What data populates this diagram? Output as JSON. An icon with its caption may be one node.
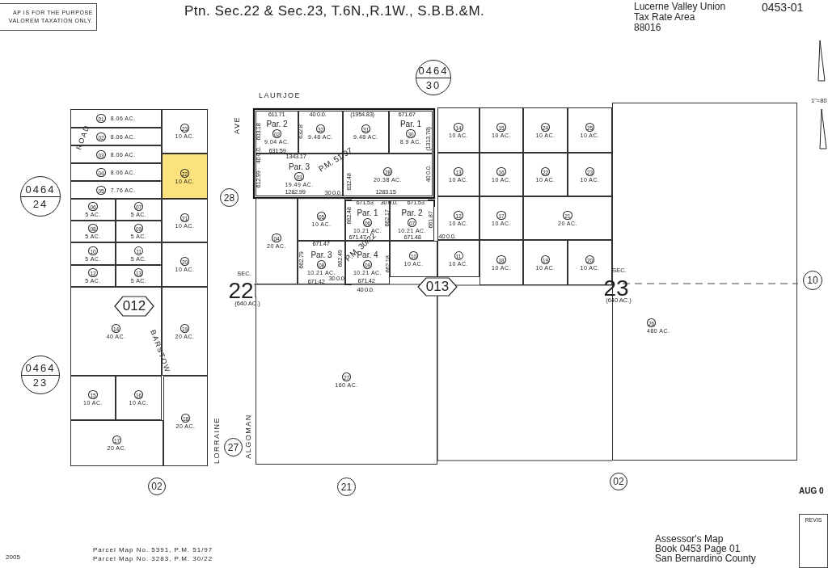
{
  "diagram": {
    "title": "Ptn. Sec.22 & Sec.23, T.6N.,R.1W., S.B.B.&M.",
    "nodes": [
      {
        "text": [
          "AP IS FOR THE PURPOSE",
          "VALOREM TAXATION ONLY."
        ]
      },
      {
        "text": [
          "0464",
          "30"
        ]
      },
      {
        "text": [
          "0464",
          "24"
        ]
      },
      {
        "text": [
          "0464",
          "23"
        ]
      },
      {
        "text": [
          "01",
          "8.06 AC."
        ]
      },
      {
        "text": [
          "02",
          "8.06 AC."
        ]
      },
      {
        "text": [
          "03",
          "8.06 AC."
        ]
      },
      {
        "text": [
          "04",
          "8.06 AC."
        ]
      },
      {
        "text": [
          "05",
          "7.76 AC."
        ]
      },
      {
        "text": [
          "23",
          "10 AC."
        ]
      },
      {
        "text": [
          "22",
          "10 AC."
        ]
      },
      {
        "text": [
          "06",
          "5 AC."
        ]
      },
      {
        "text": [
          "07",
          "5 AC."
        ]
      },
      {
        "text": [
          "21",
          "10 AC."
        ]
      },
      {
        "text": [
          "08",
          "5 AC."
        ]
      },
      {
        "text": [
          "09",
          "5 AC."
        ]
      },
      {
        "text": [
          "10",
          "5 AC."
        ]
      },
      {
        "text": [
          "11",
          "5 AC."
        ]
      },
      {
        "text": [
          "20",
          "10 AC."
        ]
      },
      {
        "text": [
          "12",
          "5 AC."
        ]
      },
      {
        "text": [
          "13",
          "5 AC."
        ]
      },
      {
        "text": [
          "012"
        ],
        "in": 22
      },
      {
        "text": [
          "14",
          "40 AC."
        ]
      },
      {
        "text": [
          "19",
          "20 AC."
        ]
      },
      {
        "text": [
          "15",
          "10 AC."
        ]
      },
      {
        "text": [
          "16",
          "10 AC."
        ]
      },
      {
        "text": [
          "17",
          "20 AC."
        ]
      },
      {
        "text": [
          "18",
          "20 AC."
        ]
      },
      {
        "text": [
          "28"
        ]
      },
      {
        "text": [
          "27"
        ]
      },
      {
        "text": [
          "Par. 2",
          "02",
          "9.04 AC."
        ]
      },
      {
        "text": [
          "32",
          "9.48 AC."
        ]
      },
      {
        "text": [
          "31",
          "9.48 AC."
        ]
      },
      {
        "text": [
          "Par. 1",
          "30",
          "8.9 AC."
        ]
      },
      {
        "text": [
          "Par. 3",
          "03",
          "19.49 AC."
        ]
      },
      {
        "text": [
          "28",
          "20.38 AC."
        ]
      },
      {
        "text": [
          "04",
          "20 AC."
        ]
      },
      {
        "text": [
          "05",
          "10 AC."
        ]
      },
      {
        "text": [
          "Par. 1",
          "06",
          "10.21 AC."
        ]
      },
      {
        "text": [
          "Par. 2",
          "07",
          "10.21 AC."
        ]
      },
      {
        "text": [
          "Par. 3",
          "08",
          "10.21 AC."
        ]
      },
      {
        "text": [
          "Par. 4",
          "09",
          "10.21 AC."
        ]
      },
      {
        "text": [
          "10",
          "10 AC."
        ]
      },
      {
        "text": [
          "013"
        ]
      },
      {
        "text": [
          "27",
          "160 AC."
        ]
      },
      {
        "text": [
          "14",
          "10 AC."
        ]
      },
      {
        "text": [
          "15",
          "10 AC."
        ]
      },
      {
        "text": [
          "24",
          "10 AC."
        ]
      },
      {
        "text": [
          "25",
          "10 AC."
        ]
      },
      {
        "text": [
          "13",
          "10 AC."
        ]
      },
      {
        "text": [
          "16",
          "10 AC."
        ]
      },
      {
        "text": [
          "22",
          "10 AC."
        ]
      },
      {
        "text": [
          "23",
          "10 AC."
        ]
      },
      {
        "text": [
          "12",
          "10 AC."
        ]
      },
      {
        "text": [
          "17",
          "10 AC."
        ]
      },
      {
        "text": [
          "21",
          "20 AC."
        ]
      },
      {
        "text": [
          "11",
          "10 AC."
        ]
      },
      {
        "text": [
          "18",
          "10 AC."
        ]
      },
      {
        "text": [
          "19",
          "10 AC."
        ]
      },
      {
        "text": [
          "20",
          "10 AC."
        ]
      },
      {
        "text": [
          "26",
          "480 AC."
        ]
      },
      {
        "text": [
          "10"
        ]
      },
      {
        "text": [
          "02"
        ]
      },
      {
        "text": [
          "21"
        ]
      },
      {
        "text": [
          "02"
        ]
      },
      {
        "text": [
          "REVIS"
        ]
      }
    ],
    "labels": [
      "Lucerne Valley Union",
      "Tax Rate Area",
      "88016",
      "0453-01",
      "LAURJOE",
      "AVE",
      "ROAD",
      "BARSTOW",
      "LORRAINE",
      "ALGOMAN",
      "SEC.",
      "22",
      "(640 AC.)",
      "SEC.",
      "23",
      "(640 AC.)",
      "P.M. 51/97",
      "P.M. 30/22",
      "611.71",
      "40 0.0.",
      "(1954.83)",
      "671.67",
      "603.18",
      "40 0.0.",
      "612.99",
      "632.8",
      "631.59",
      "1343.17",
      "632.48",
      "(1313.78)",
      "40 0.0.",
      "1282.99",
      "30 0.0.",
      "1283.15",
      "671.53",
      "30 0.0.",
      "671.53",
      "662.48",
      "662.17",
      "661.87",
      "671.47",
      "671.48",
      "40 0.0.",
      "671.47",
      "662.79",
      "662.49",
      "30 0.0.",
      "671.42",
      "671.42",
      "662.18",
      "40 0.0.",
      "1\"=80",
      "AUG 0",
      "2005",
      "Parcel Map No. 5391, P.M. 51/97",
      "Parcel Map No. 3283, P.M. 30/22",
      "Assessor's Map",
      "Book 0453 Page 01",
      "San Bernardino County"
    ]
  }
}
